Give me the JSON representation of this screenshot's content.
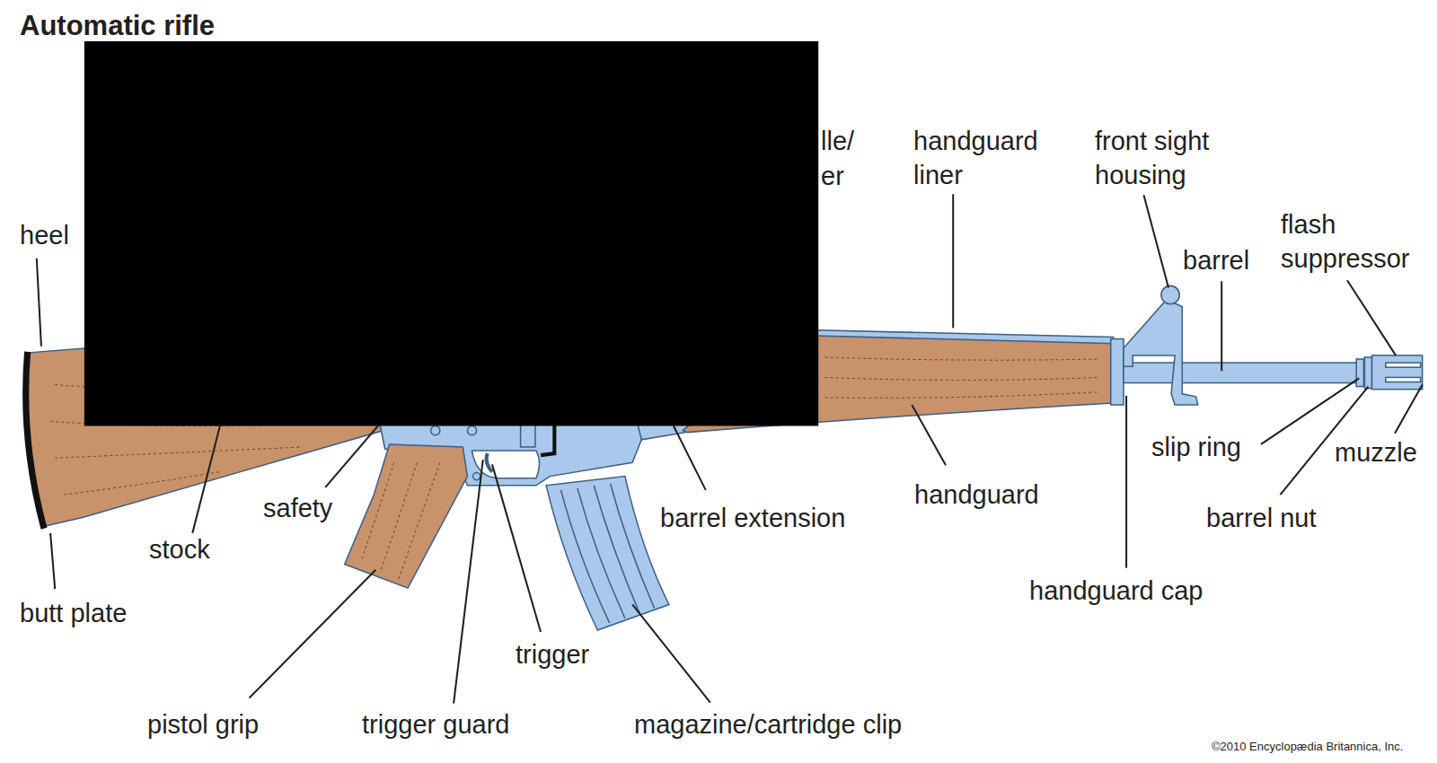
{
  "diagram": {
    "title": "Automatic rifle",
    "labels": [
      "lle/",
      "er",
      "heel",
      "handguard liner",
      "front sight housing",
      "flash suppressor",
      "barrel",
      "stock",
      "safety",
      "barrel extension",
      "handguard",
      "slip ring",
      "muzzle",
      "barrel nut",
      "butt plate",
      "handguard cap",
      "trigger",
      "pistol grip",
      "trigger guard",
      "magazine/cartridge clip",
      "©2010 Encyclopædia Britannica, Inc."
    ]
  }
}
